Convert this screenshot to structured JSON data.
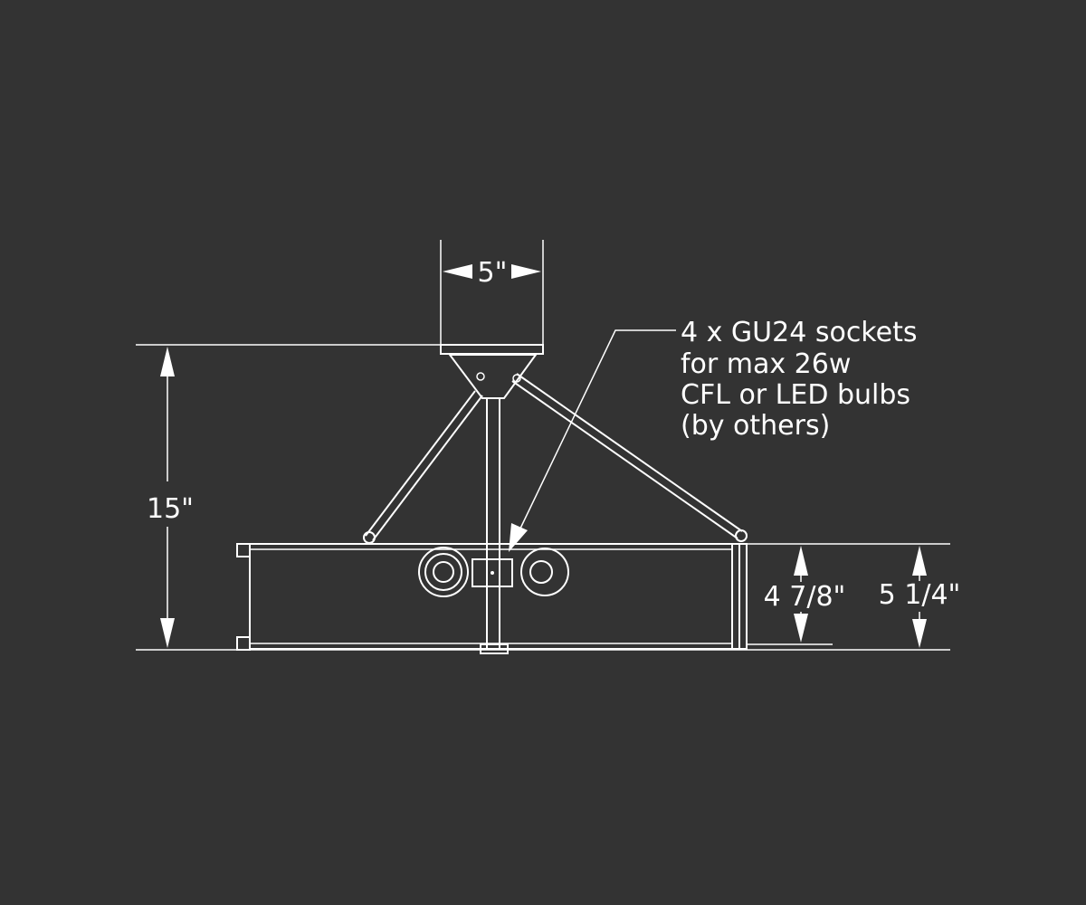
{
  "drawing": {
    "line_color": "#ffffff",
    "background_color": "#333333"
  },
  "dimensions": {
    "canopy_width": "5\"",
    "overall_height": "15\"",
    "body_height": "4 7/8\"",
    "overall_body_height": "5 1/4\""
  },
  "callout": {
    "lines": [
      "4 x GU24 sockets",
      "for max 26w",
      "CFL or LED bulbs",
      "(by others)"
    ]
  }
}
